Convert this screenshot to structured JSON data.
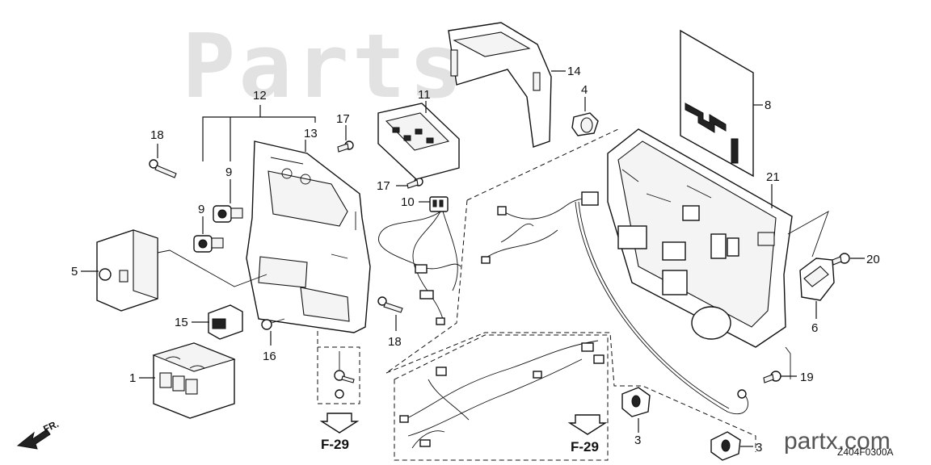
{
  "watermark": "Parts",
  "callouts": {
    "p1": "1",
    "p3a": "3",
    "p3b": "3",
    "p4": "4",
    "p5": "5",
    "p6": "6",
    "p8": "8",
    "p9a": "9",
    "p9b": "9",
    "p10": "10",
    "p11": "11",
    "p12": "12",
    "p13": "13",
    "p14": "14",
    "p15": "15",
    "p16": "16",
    "p17a": "17",
    "p17b": "17",
    "p18a": "18",
    "p18b": "18",
    "p19": "19",
    "p20": "20",
    "p21": "21"
  },
  "references": {
    "left": "F-29",
    "right": "F-29"
  },
  "front_label": "FR.",
  "brand": "partx.com",
  "diagram_code": "Z404F0300A"
}
